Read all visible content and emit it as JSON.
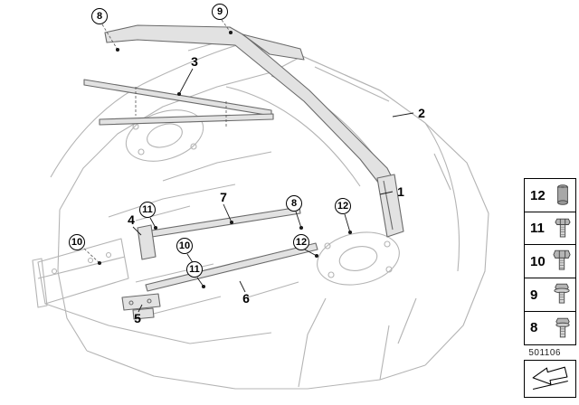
{
  "diagram": {
    "id_label": "501106",
    "colors": {
      "line_art": "#b4b4b4",
      "part_fill": "#e2e2e2",
      "part_outline": "#6a6a6a",
      "callout": "#000000"
    },
    "callouts_circled": [
      {
        "label": "8"
      },
      {
        "label": "9"
      },
      {
        "label": "11"
      },
      {
        "label": "10"
      },
      {
        "label": "10"
      },
      {
        "label": "11"
      },
      {
        "label": "8"
      },
      {
        "label": "12"
      },
      {
        "label": "12"
      }
    ],
    "callouts_plain": [
      {
        "label": "3"
      },
      {
        "label": "2"
      },
      {
        "label": "1"
      },
      {
        "label": "7"
      },
      {
        "label": "4"
      },
      {
        "label": "5"
      },
      {
        "label": "6"
      }
    ]
  },
  "legend": {
    "items": [
      {
        "label": "12",
        "icon": "sleeve-nut-icon"
      },
      {
        "label": "11",
        "icon": "hex-bolt-icon"
      },
      {
        "label": "10",
        "icon": "hex-bolt-icon"
      },
      {
        "label": "9",
        "icon": "flange-bolt-icon"
      },
      {
        "label": "8",
        "icon": "flange-bolt-icon"
      }
    ],
    "direction_icon": "direction-arrow-icon"
  }
}
